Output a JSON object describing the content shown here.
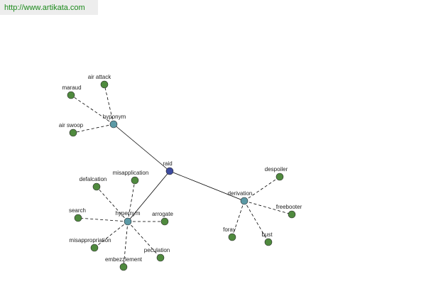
{
  "header": {
    "url": "http://www.artikata.com"
  },
  "colors": {
    "root": "#3c4a9e",
    "hub": "#5b99a5",
    "leaf": "#4f8a3e",
    "edge": "#000000",
    "link": "#1c8a1c"
  },
  "graph": {
    "nodes": [
      {
        "id": "raid",
        "label": "raid",
        "kind": "root"
      },
      {
        "id": "hyponym",
        "label": "hyponym",
        "kind": "hub"
      },
      {
        "id": "hypernym",
        "label": "hypernym",
        "kind": "hub"
      },
      {
        "id": "derivation",
        "label": "derivation",
        "kind": "hub"
      },
      {
        "id": "maraud",
        "label": "maraud",
        "kind": "leaf"
      },
      {
        "id": "air-attack",
        "label": "air attack",
        "kind": "leaf"
      },
      {
        "id": "air-swoop",
        "label": "air swoop",
        "kind": "leaf"
      },
      {
        "id": "defalcation",
        "label": "defalcation",
        "kind": "leaf"
      },
      {
        "id": "misapplication",
        "label": "misapplication",
        "kind": "leaf"
      },
      {
        "id": "search",
        "label": "search",
        "kind": "leaf"
      },
      {
        "id": "arrogate",
        "label": "arrogate",
        "kind": "leaf"
      },
      {
        "id": "misappropriation",
        "label": "misappropriation",
        "kind": "leaf"
      },
      {
        "id": "peculation",
        "label": "peculation",
        "kind": "leaf"
      },
      {
        "id": "embezzlement",
        "label": "embezzlement",
        "kind": "leaf"
      },
      {
        "id": "despoiler",
        "label": "despoiler",
        "kind": "leaf"
      },
      {
        "id": "freebooter",
        "label": "freebooter",
        "kind": "leaf"
      },
      {
        "id": "foray",
        "label": "foray",
        "kind": "leaf"
      },
      {
        "id": "bust",
        "label": "bust",
        "kind": "leaf"
      }
    ],
    "edges": [
      {
        "from": "raid",
        "to": "hyponym",
        "style": "solid"
      },
      {
        "from": "raid",
        "to": "hypernym",
        "style": "solid"
      },
      {
        "from": "raid",
        "to": "derivation",
        "style": "solid"
      },
      {
        "from": "hyponym",
        "to": "maraud",
        "style": "dashed"
      },
      {
        "from": "hyponym",
        "to": "air-attack",
        "style": "dashed"
      },
      {
        "from": "hyponym",
        "to": "air-swoop",
        "style": "dashed"
      },
      {
        "from": "hypernym",
        "to": "defalcation",
        "style": "dashed"
      },
      {
        "from": "hypernym",
        "to": "misapplication",
        "style": "dashed"
      },
      {
        "from": "hypernym",
        "to": "search",
        "style": "dashed"
      },
      {
        "from": "hypernym",
        "to": "arrogate",
        "style": "dashed"
      },
      {
        "from": "hypernym",
        "to": "misappropriation",
        "style": "dashed"
      },
      {
        "from": "hypernym",
        "to": "peculation",
        "style": "dashed"
      },
      {
        "from": "hypernym",
        "to": "embezzlement",
        "style": "dashed"
      },
      {
        "from": "derivation",
        "to": "despoiler",
        "style": "dashed"
      },
      {
        "from": "derivation",
        "to": "freebooter",
        "style": "dashed"
      },
      {
        "from": "derivation",
        "to": "foray",
        "style": "dashed"
      },
      {
        "from": "derivation",
        "to": "bust",
        "style": "dashed"
      }
    ]
  }
}
